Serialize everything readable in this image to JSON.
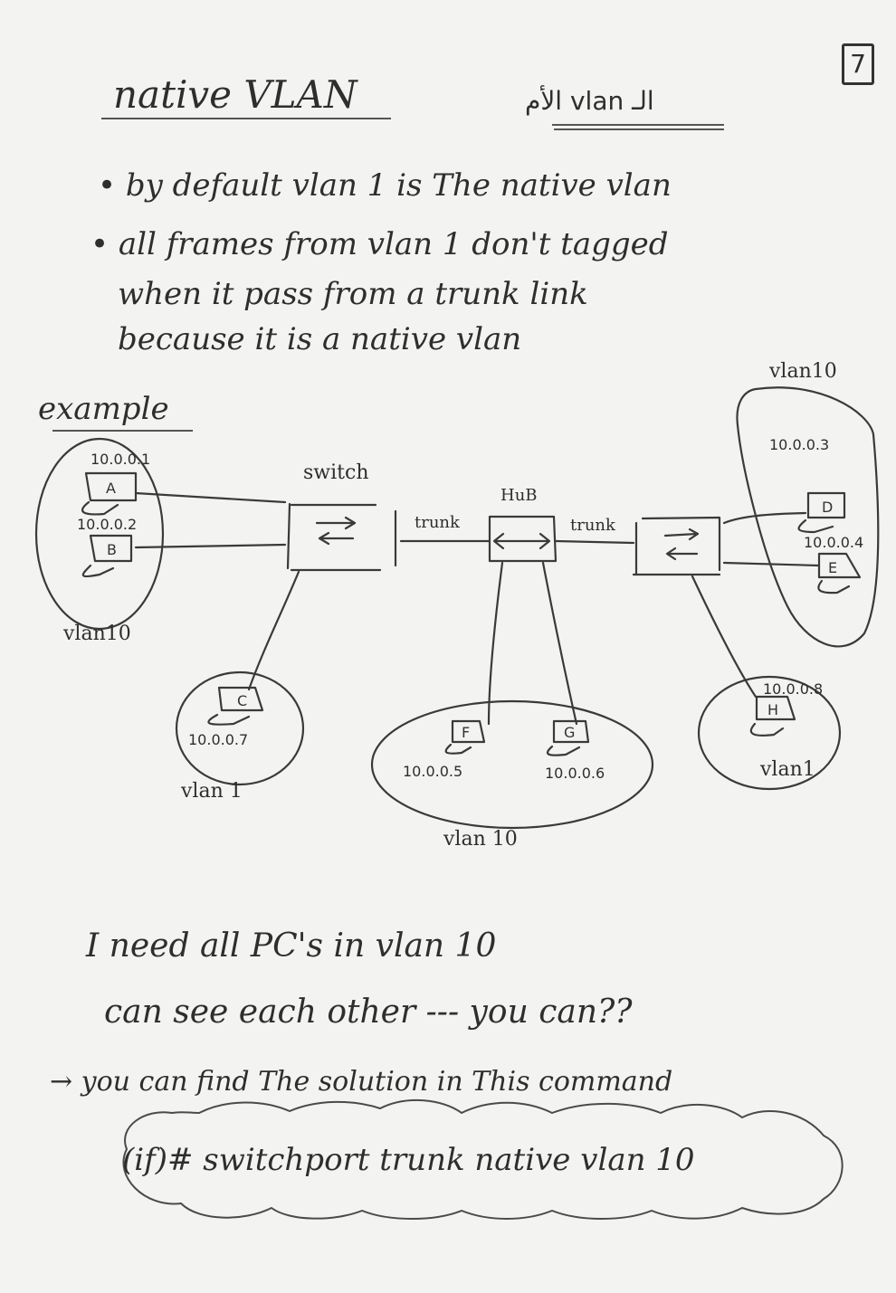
{
  "page": {
    "number": "7",
    "title": "native VLAN",
    "title_arabic": "الـ vlan الأم",
    "bullets": [
      "• by default vlan 1 is The native vlan",
      "• all frames from vlan 1 don't tagged",
      "when it pass from a trunk link",
      "because it is a native vlan"
    ],
    "example_heading": "example"
  },
  "diagram": {
    "switch_label": "switch",
    "hub_label": "HuB",
    "trunk_labels": [
      "trunk",
      "trunk"
    ],
    "groups": [
      {
        "name": "vlan10-left",
        "label": "vlan10"
      },
      {
        "name": "vlan10-right",
        "label": "vlan10"
      },
      {
        "name": "vlan1-left",
        "label": "vlan 1"
      },
      {
        "name": "vlan10-bottom",
        "label": "vlan 10"
      },
      {
        "name": "vlan1-right",
        "label": "vlan1"
      }
    ],
    "pcs": [
      {
        "id": "A",
        "ip": "10.0.0.1",
        "vlan": "vlan10"
      },
      {
        "id": "B",
        "ip": "10.0.0.2",
        "vlan": "vlan10"
      },
      {
        "id": "C",
        "ip": "10.0.0.7",
        "vlan": "vlan 1"
      },
      {
        "id": "D",
        "ip": "10.0.0.3",
        "vlan": "vlan10"
      },
      {
        "id": "E",
        "ip": "10.0.0.4",
        "vlan": "vlan10"
      },
      {
        "id": "F",
        "ip": "10.0.0.5",
        "vlan": "vlan 10"
      },
      {
        "id": "G",
        "ip": "10.0.0.6",
        "vlan": "vlan 10"
      },
      {
        "id": "H",
        "ip": "10.0.0.8",
        "vlan": "vlan1"
      }
    ]
  },
  "question": {
    "line1": "I need all PC's in vlan 10",
    "line2": "can see each other --- you can??",
    "line3": "→ you can find The solution in This command"
  },
  "command": {
    "text": "(if)# switchport trunk native vlan 10"
  }
}
